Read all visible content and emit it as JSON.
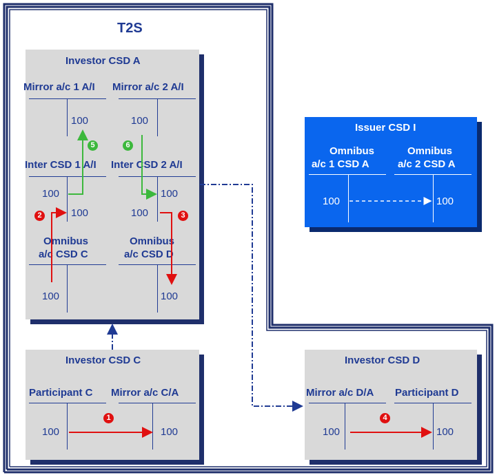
{
  "t2s": {
    "title": "T2S"
  },
  "investor_csd_a": {
    "title": "Investor CSD A",
    "mirror1": {
      "label": "Mirror a/c 1 A/I",
      "value": "100"
    },
    "mirror2": {
      "label": "Mirror a/c 2 A/I",
      "value": "100"
    },
    "inter1": {
      "label": "Inter CSD 1 A/I",
      "left": "100",
      "right": "100"
    },
    "inter2": {
      "label": "Inter CSD 2 A/I",
      "left": "100",
      "right": "100"
    },
    "omnibus_c": {
      "label_line1": "Omnibus",
      "label_line2": "a/c CSD C",
      "value": "100"
    },
    "omnibus_d": {
      "label_line1": "Omnibus",
      "label_line2": "a/c CSD D",
      "value": "100"
    }
  },
  "issuer_csd_i": {
    "title": "Issuer CSD I",
    "omnibus1": {
      "label_line1": "Omnibus",
      "label_line2": "a/c 1 CSD A",
      "value": "100"
    },
    "omnibus2": {
      "label_line1": "Omnibus",
      "label_line2": "a/c 2 CSD A",
      "value": "100"
    }
  },
  "investor_csd_c": {
    "title": "Investor CSD C",
    "participant": {
      "label": "Participant C",
      "value": "100"
    },
    "mirror": {
      "label": "Mirror a/c C/A",
      "value": "100"
    }
  },
  "investor_csd_d": {
    "title": "Investor CSD D",
    "mirror": {
      "label": "Mirror a/c D/A",
      "value": "100"
    },
    "participant": {
      "label": "Participant D",
      "value": "100"
    }
  },
  "steps": [
    "1",
    "2",
    "3",
    "4",
    "5",
    "6"
  ],
  "colors": {
    "dark_blue": "#1f3a93",
    "issuer_blue": "#0a66ee",
    "red": "#e01010",
    "green": "#3cb83c",
    "grey": "#d9d9d9"
  }
}
